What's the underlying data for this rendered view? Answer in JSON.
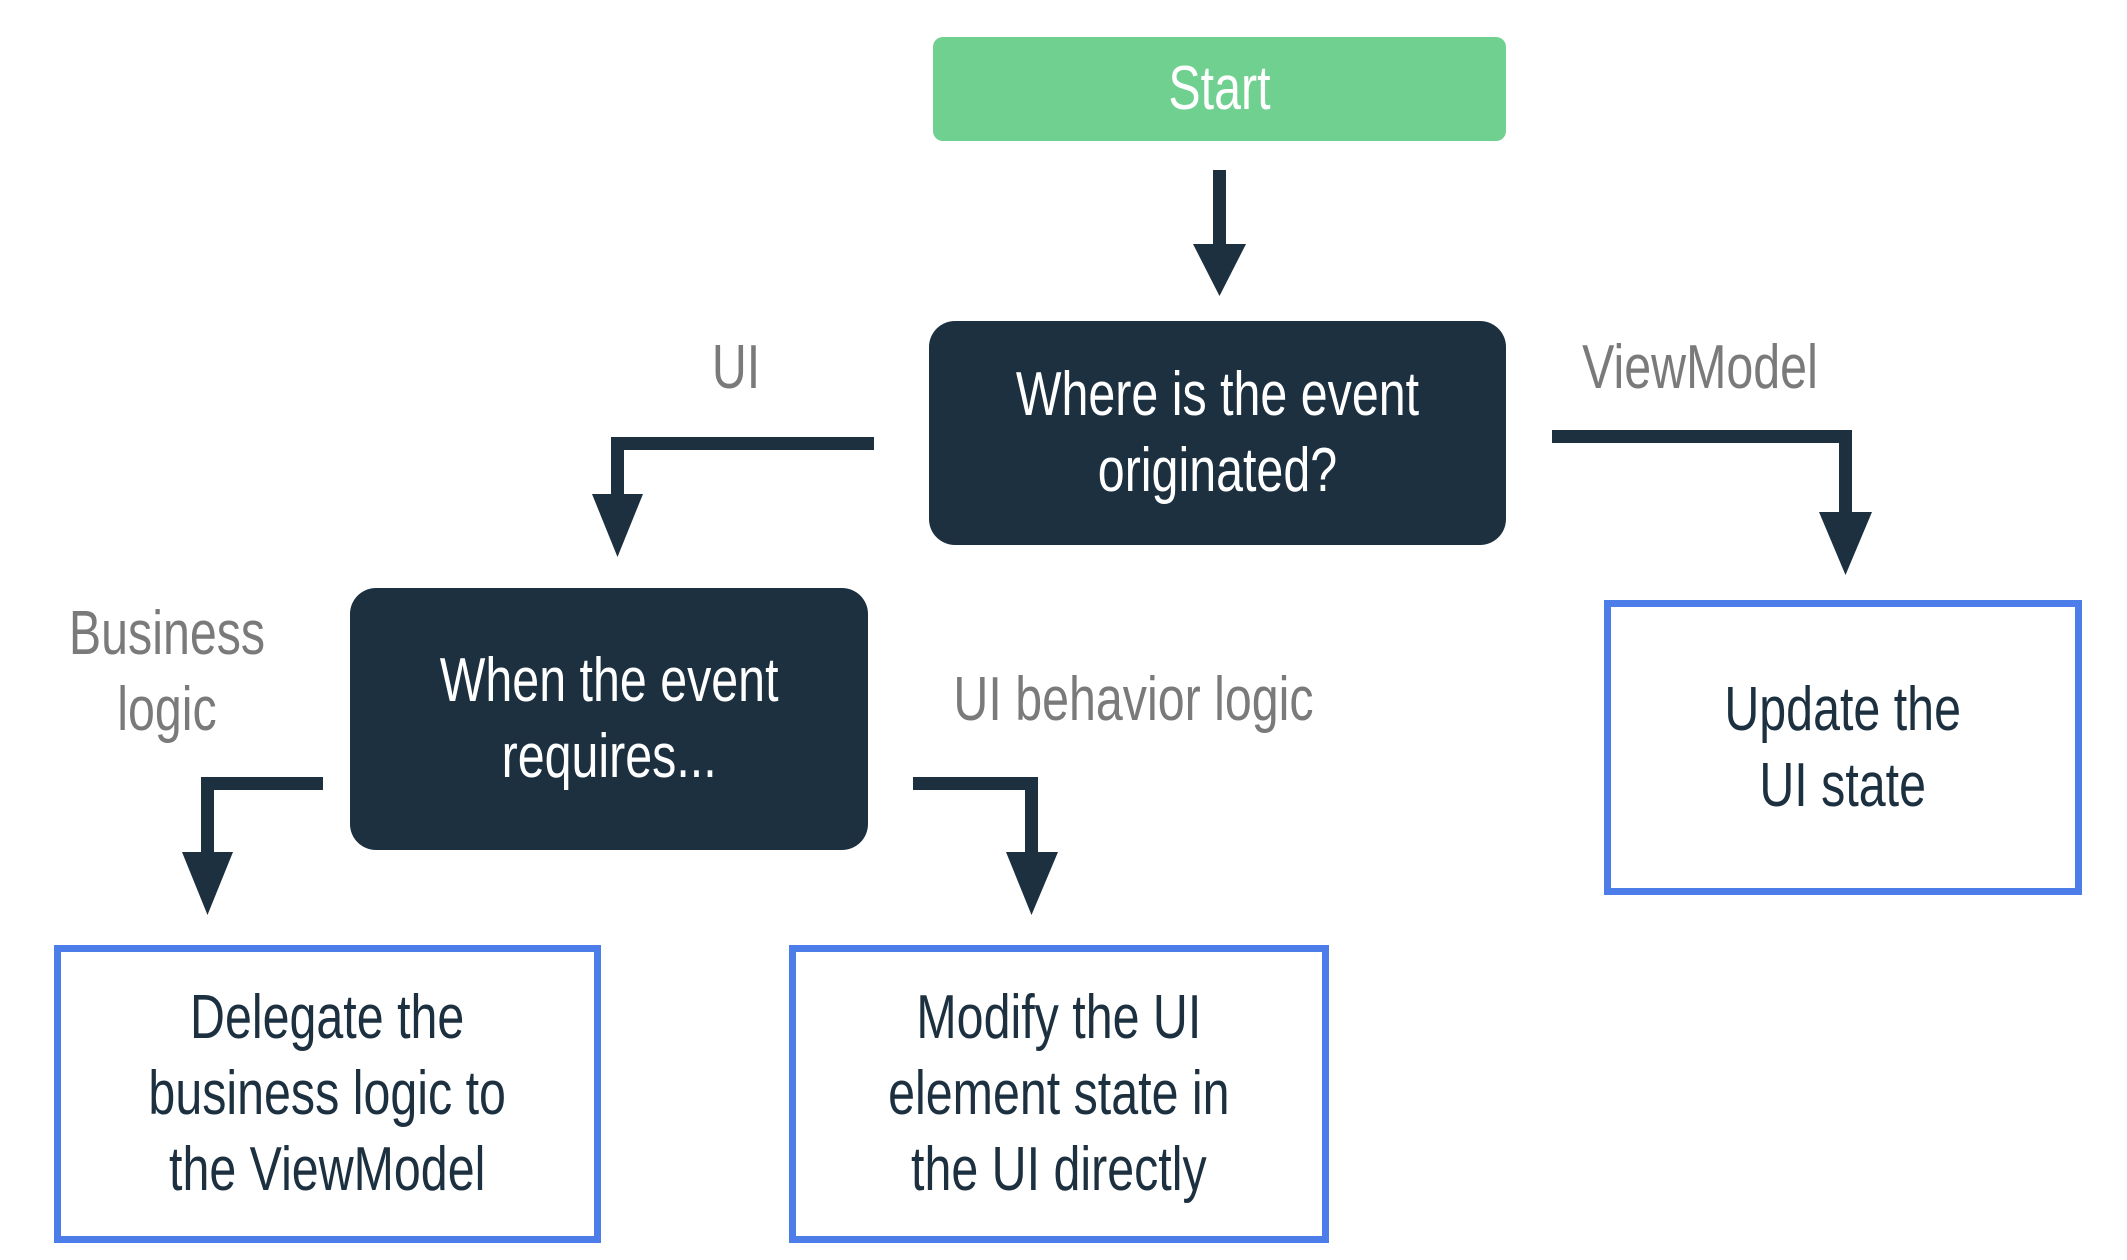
{
  "colors": {
    "green": "#6FD08F",
    "navy": "#1C3040",
    "blue": "#4D7DE8",
    "gray": "#7A7A7A",
    "white": "#FFFFFF",
    "background": "#FFFFFF"
  },
  "nodes": {
    "start": {
      "label": "Start"
    },
    "where_event": {
      "lines": [
        "Where is the event",
        "originated?"
      ]
    },
    "when_event": {
      "lines": [
        "When the event",
        "requires..."
      ]
    },
    "update_ui_state": {
      "lines": [
        "Update the",
        "UI state"
      ]
    },
    "delegate_business_logic": {
      "lines": [
        "Delegate the",
        "business logic to",
        "the ViewModel"
      ]
    },
    "modify_ui_element": {
      "lines": [
        "Modify the UI",
        "element state in",
        "the UI directly"
      ]
    }
  },
  "edge_labels": {
    "ui": "UI",
    "viewmodel": "ViewModel",
    "business_logic": [
      "Business",
      "logic"
    ],
    "ui_behavior_logic": "UI behavior logic"
  }
}
